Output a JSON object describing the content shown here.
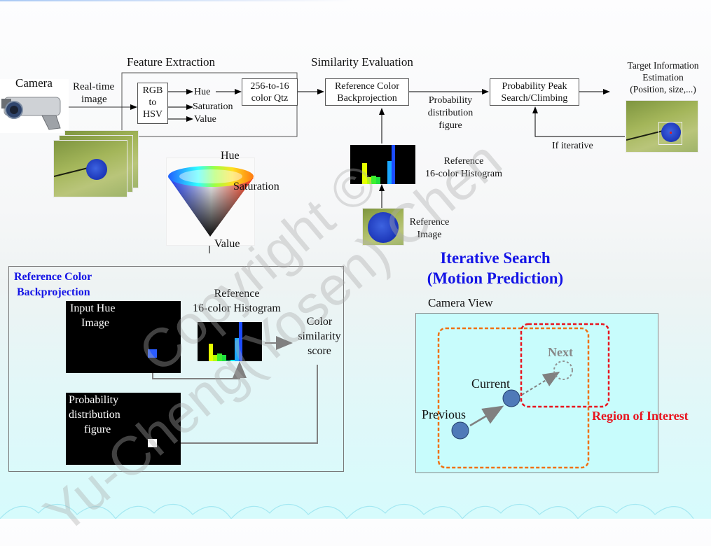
{
  "pipeline": {
    "camera_label": "Camera",
    "realtime_label_1": "Real-time",
    "realtime_label_2": "image",
    "feature_extraction_title": "Feature Extraction",
    "rgb_box": [
      "RGB",
      "to",
      "HSV"
    ],
    "channels": [
      "Hue",
      "Saturation",
      "Value"
    ],
    "quantizer_box": [
      "256-to-16",
      "color Qtz"
    ],
    "similarity_title": "Similarity Evaluation",
    "backprojection_box": [
      "Reference Color",
      "Backprojection"
    ],
    "prob_label": [
      "Probability",
      "distribution",
      "figure"
    ],
    "peak_box": [
      "Probability Peak",
      "Search/Climbing"
    ],
    "target_title": [
      "Target Information",
      "Estimation",
      "(Position, size,...)"
    ],
    "iterative_label": "If iterative",
    "ref_hist_label": [
      "Reference",
      "16-color Histogram"
    ],
    "ref_image_label": [
      "Reference",
      "Image"
    ]
  },
  "hsv_cone": {
    "hue": "Hue",
    "saturation": "Saturation",
    "value": "Value"
  },
  "backprojection_panel": {
    "title_1": "Reference Color",
    "title_2": "Backprojection",
    "input_label_1": "Input Hue",
    "input_label_2": "Image",
    "hist_label_1": "Reference",
    "hist_label_2": "16-color Histogram",
    "score_label": [
      "Color",
      "similarity",
      "score"
    ],
    "prob_label": [
      "Probability",
      "distribution",
      "figure"
    ]
  },
  "histogram": {
    "bars": [
      {
        "x": 0.18,
        "h": 0.55,
        "color": "#e6ff00"
      },
      {
        "x": 0.24,
        "h": 0.3,
        "color": "#b4ff00"
      },
      {
        "x": 0.3,
        "h": 0.36,
        "color": "#3cf030"
      },
      {
        "x": 0.36,
        "h": 0.32,
        "color": "#20e040"
      },
      {
        "x": 0.42,
        "h": 0.05,
        "color": "#10e0a0"
      },
      {
        "x": 0.48,
        "h": 0.06,
        "color": "#10f0f0"
      },
      {
        "x": 0.56,
        "h": 0.68,
        "color": "#1aa8ff"
      },
      {
        "x": 0.62,
        "h": 1.0,
        "color": "#1c4cff"
      }
    ]
  },
  "iterative_search": {
    "title_1": "Iterative Search",
    "title_2": "(Motion Prediction)",
    "camera_view": "Camera View",
    "previous": "Previous",
    "current": "Current",
    "next": "Next",
    "roi": "Region of Interest"
  },
  "colors": {
    "title_blue": "#1414e6",
    "roi_red": "#e8141e",
    "roi_orange": "#f07010",
    "point_blue": "#4f7ab8",
    "camera_view_bg": "#c8fcfc"
  },
  "watermark": [
    "Copyright ©",
    "Yu-Cheng(Yosen) Chen"
  ]
}
